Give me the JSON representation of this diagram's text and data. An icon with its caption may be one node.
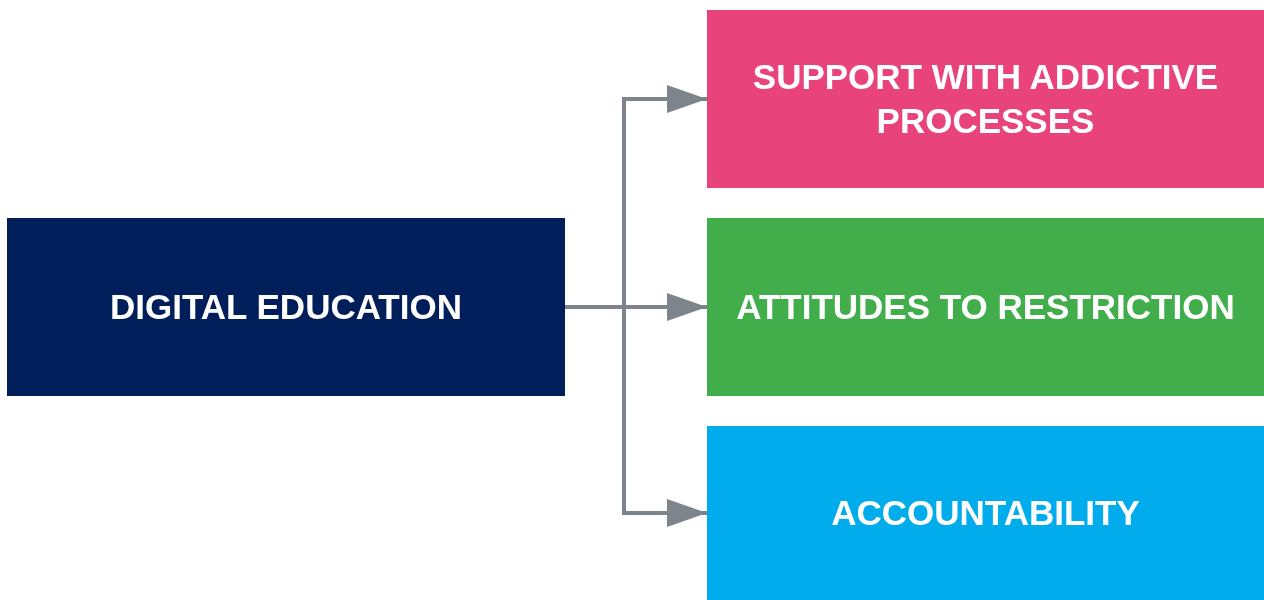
{
  "diagram": {
    "nodes": [
      {
        "text": [
          "DIGITAL EDUCATION"
        ]
      },
      {
        "text": [
          "SUPPORT WITH ADDICTIVE PROCESSES"
        ]
      },
      {
        "text": [
          "ATTITUDES TO RESTRICTION"
        ]
      },
      {
        "text": [
          "ACCOUNTABILITY"
        ]
      }
    ],
    "edges": [
      {
        "from": 0,
        "to": 1,
        "arrow": "to"
      },
      {
        "from": 0,
        "to": 2,
        "arrow": "to"
      },
      {
        "from": 0,
        "to": 3,
        "arrow": "to"
      }
    ]
  }
}
